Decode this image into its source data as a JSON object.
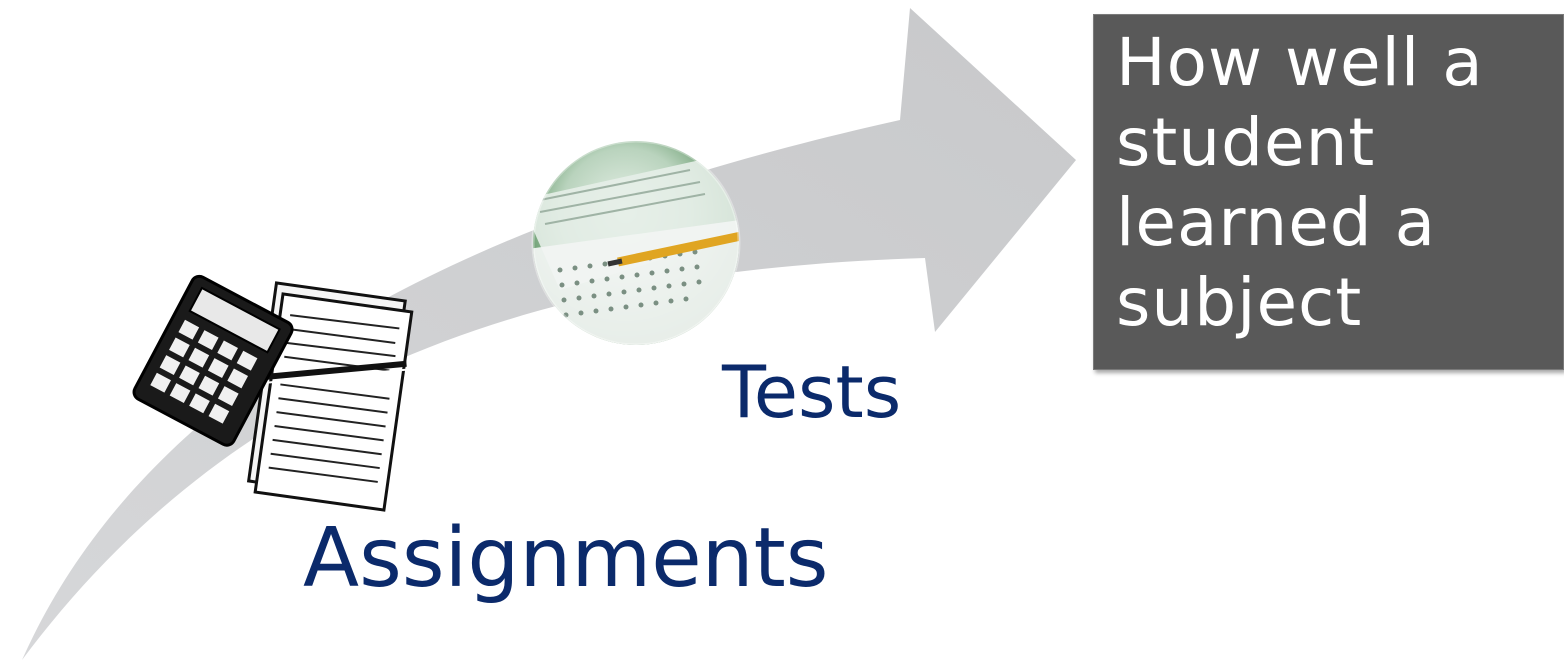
{
  "diagram": {
    "steps": [
      {
        "label": "Assignments",
        "icon": "homework-calculator-icon"
      },
      {
        "label": "Tests",
        "icon": "test-answer-sheet-icon"
      }
    ],
    "outcome": {
      "text": "How well a\nstudent\nlearned a\nsubject"
    },
    "colors": {
      "arrow": "#cfd0d2",
      "label": "#0b2a6b",
      "outcome_bg": "#595959",
      "outcome_text": "#ffffff"
    }
  }
}
